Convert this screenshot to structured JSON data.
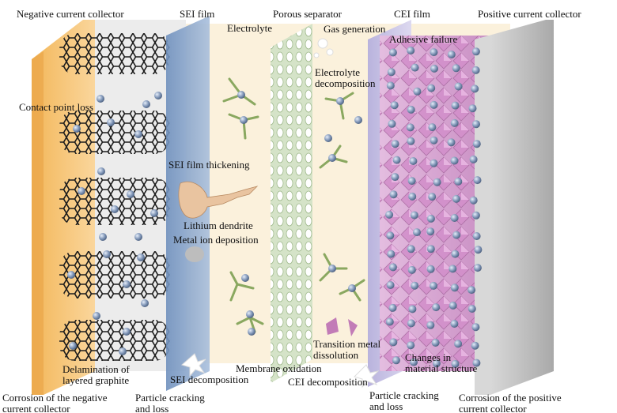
{
  "labels": {
    "negative_current_collector": "Negative current collector",
    "sei_film": "SEI film",
    "electrolyte": "Electrolyte",
    "porous_separator": "Porous separator",
    "gas_generation": "Gas generation",
    "cei_film": "CEI film",
    "positive_current_collector": "Positive current collector",
    "adhesive_failure": "Adhesive failure",
    "electrolyte_decomposition": "Electrolyte\ndecomposition",
    "contact_point_loss": "Contact point loss",
    "sei_film_thickening": "SEI film thickening",
    "lithium_dendrite": "Lithium dendrite",
    "metal_ion_deposition": "Metal ion deposition",
    "transition_metal_dissolution": "Transition metal\ndissolution",
    "changes_in_material_structure": "Changes in\nmaterial structure",
    "delamination_of_layered_graphite": "Delamination of\nlayered graphite",
    "membrane_oxidation": "Membrane oxidation",
    "sei_decomposition": "SEI decomposition",
    "cei_decomposition": "CEI decomposition",
    "corrosion_negative": "Corrosion of the negative\ncurrent collector",
    "particle_cracking_left": "Particle cracking\nand loss",
    "particle_cracking_right": "Particle cracking\nand loss",
    "corrosion_positive": "Corrosion of the positive\ncurrent collector"
  },
  "colors": {
    "negative_collector": "#f6c77a",
    "sei_film": "#7f9ec6",
    "electrolyte": "#fbf1dc",
    "separator": "#d5e3c8",
    "cei_film": "#c9c4e4",
    "cathode": "#d9a6d2",
    "positive_collector": "#c9c9c9",
    "graphite": "#2a2a2a",
    "lithium_ion": "#7d93b5",
    "solvent_leg": "#8aa860",
    "dendrite": "#e9c4a0"
  }
}
